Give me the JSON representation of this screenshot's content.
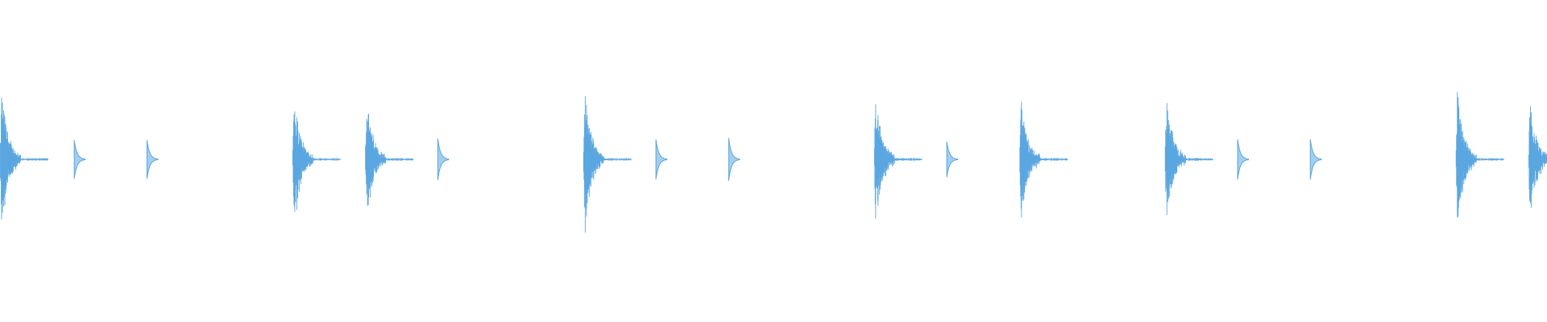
{
  "waveform": {
    "color": "#5aa6e0",
    "background": "#ffffff",
    "events": [
      {
        "type": "hit",
        "time": 0.0,
        "amp": 0.95
      },
      {
        "type": "tick",
        "time": 0.048,
        "amp": 0.26
      },
      {
        "type": "tick",
        "time": 0.095,
        "amp": 0.26
      },
      {
        "type": "hit",
        "time": 0.189,
        "amp": 0.91
      },
      {
        "type": "hit",
        "time": 0.236,
        "amp": 0.83
      },
      {
        "type": "tick",
        "time": 0.283,
        "amp": 0.28
      },
      {
        "type": "hit",
        "time": 0.377,
        "amp": 0.93
      },
      {
        "type": "tick",
        "time": 0.424,
        "amp": 0.27
      },
      {
        "type": "tick",
        "time": 0.471,
        "amp": 0.29
      },
      {
        "type": "hit",
        "time": 0.565,
        "amp": 0.93
      },
      {
        "type": "tick",
        "time": 0.612,
        "amp": 0.24
      },
      {
        "type": "hit",
        "time": 0.659,
        "amp": 0.87
      },
      {
        "type": "hit",
        "time": 0.753,
        "amp": 0.89
      },
      {
        "type": "tick",
        "time": 0.8,
        "amp": 0.27
      },
      {
        "type": "tick",
        "time": 0.847,
        "amp": 0.27
      },
      {
        "type": "hit",
        "time": 0.941,
        "amp": 0.94
      },
      {
        "type": "hit",
        "time": 0.988,
        "amp": 0.85
      }
    ]
  }
}
